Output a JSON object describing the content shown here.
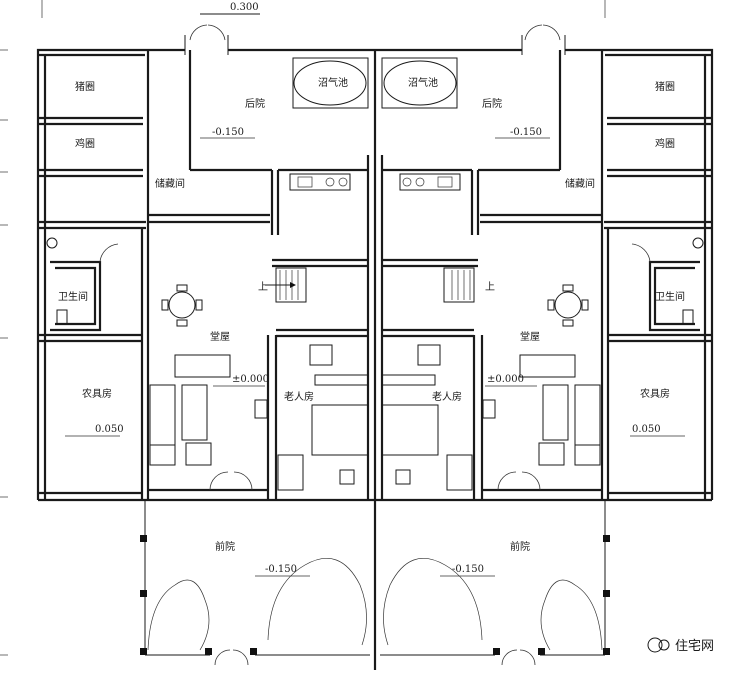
{
  "top_dimension": "0.300",
  "rooms": {
    "pig_pen": "猪圈",
    "chicken_coop": "鸡圈",
    "storage_room": "储藏间",
    "biogas_tank": "沼气池",
    "back_yard": "后院",
    "bathroom": "卫生间",
    "main_hall": "堂屋",
    "elder_room": "老人房",
    "tool_room": "农具房",
    "front_yard": "前院"
  },
  "stair_up": "上",
  "levels": {
    "back_yard": "-0.150",
    "hall": "±0.000",
    "tool_room": "0.050",
    "front_yard": "-0.150"
  },
  "watermark": "住宅网"
}
